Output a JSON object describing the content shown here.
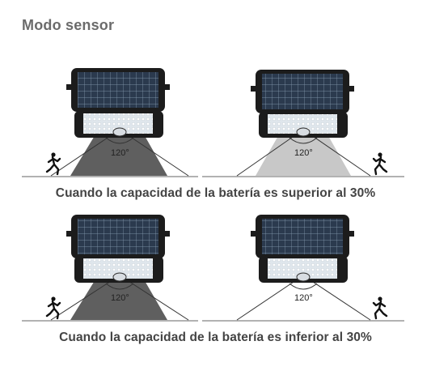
{
  "title": "Modo sensor",
  "captions": {
    "top": "Cuando la capacidad de la batería es superior al 30%",
    "bottom": "Cuando la capacidad de la batería es inferior al 30%"
  },
  "angle_label": "120°",
  "colors": {
    "title": "#6b6b6b",
    "caption": "#444444",
    "beam_bright": "#5f5f5f",
    "beam_dim": "#c8c8c8",
    "solar_panel": "#2b3a4e",
    "housing": "#1c1c1c",
    "led_panel": "#e9eef2"
  },
  "panels": [
    {
      "id": "top-left",
      "beam": "bright",
      "person": "left"
    },
    {
      "id": "top-right",
      "beam": "dim",
      "person": "right"
    },
    {
      "id": "bottom-left",
      "beam": "bright",
      "person": "left"
    },
    {
      "id": "bottom-right",
      "beam": "none",
      "person": "right"
    }
  ]
}
